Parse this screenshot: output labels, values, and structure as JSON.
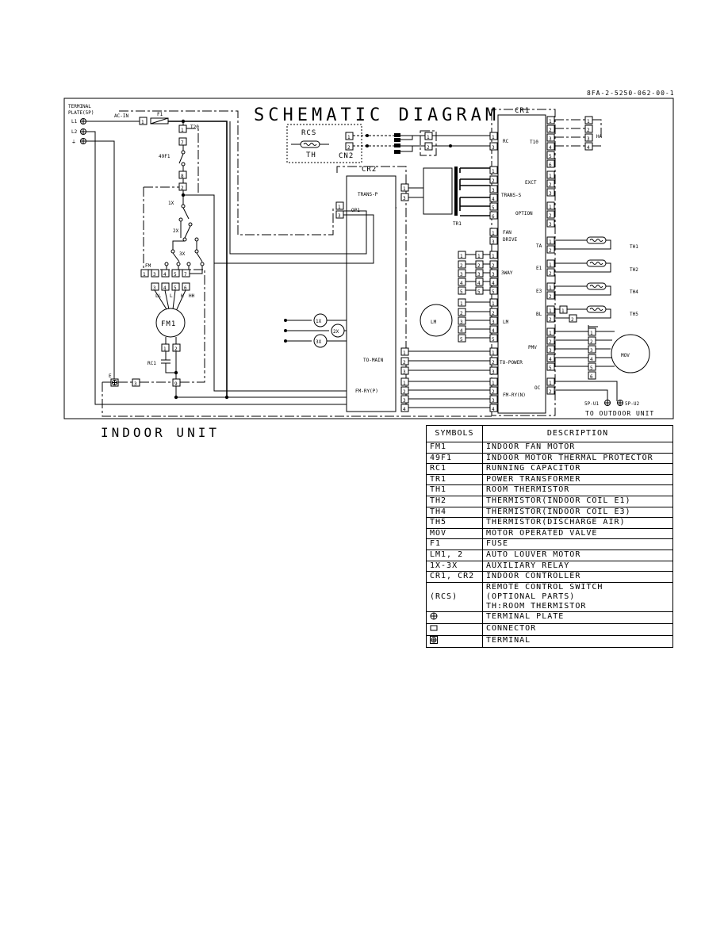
{
  "doc_code": "8FA-2-5250-062-00-1",
  "title": "SCHEMATIC DIAGRAM",
  "unit_label": "INDOOR UNIT",
  "labels": {
    "terminal_plate": "TERMINAL",
    "terminal_plate2": "PLATE(5P)",
    "l1": "L1",
    "l2": "L2",
    "ac_in": "AC-IN",
    "f1": "F1",
    "t20": "T20",
    "p49f1": "49F1",
    "x1": "1X",
    "x2": "2X",
    "x3": "3X",
    "fm": "FM",
    "ll": "LL",
    "l": "L",
    "h": "H",
    "hh": "HH",
    "fm1": "FM1",
    "rc1": "RC1",
    "e": "E",
    "rcs": "RCS",
    "th": "TH",
    "cn2": "CN2",
    "cr2": "CR2",
    "cr1": "CR1",
    "trans_p": "TRANS-P",
    "op1": "OP1",
    "to_main": "TO-MAIN",
    "fm_ry_p": "FM-RY(P)",
    "rc": "RC",
    "t10": "T10",
    "ha": "HA",
    "exct": "EXCT",
    "trans_s": "TRANS-S",
    "tr1": "TR1",
    "option": "OPTION",
    "fan_drive": "FAN",
    "fan_drive2": "DRIVE",
    "ta": "TA",
    "e1": "E1",
    "e3": "E3",
    "bl": "BL",
    "th1": "TH1",
    "th2": "TH2",
    "th4": "TH4",
    "th5": "TH5",
    "three_way": "3WAY",
    "lm": "LM",
    "lm_conn": "LM",
    "pmv": "PMV",
    "mov": "MOV",
    "to_power": "TO-POWER",
    "oc": "OC",
    "fm_ry_n": "FM-RY(N)",
    "sp_u1": "5P-U1",
    "sp_u2": "5P-U2",
    "to_outdoor": "TO OUTDOOR UNIT"
  },
  "symbols_table": {
    "headers": [
      "SYMBOLS",
      "DESCRIPTION"
    ],
    "rows": [
      {
        "symbol": "FM1",
        "description": "INDOOR FAN MOTOR"
      },
      {
        "symbol": "49F1",
        "description": "INDOOR MOTOR THERMAL PROTECTOR"
      },
      {
        "symbol": "RC1",
        "description": "RUNNING CAPACITOR"
      },
      {
        "symbol": "TR1",
        "description": "POWER TRANSFORMER"
      },
      {
        "symbol": "TH1",
        "description": "ROOM THERMISTOR"
      },
      {
        "symbol": "TH2",
        "description": "THERMISTOR(INDOOR COIL E1)"
      },
      {
        "symbol": "TH4",
        "description": "THERMISTOR(INDOOR COIL E3)"
      },
      {
        "symbol": "TH5",
        "description": "THERMISTOR(DISCHARGE AIR)"
      },
      {
        "symbol": "MOV",
        "description": "MOTOR OPERATED VALVE"
      },
      {
        "symbol": "F1",
        "description": "FUSE"
      },
      {
        "symbol": "LM1, 2",
        "description": "AUTO LOUVER MOTOR"
      },
      {
        "symbol": "1X-3X",
        "description": "AUXILIARY RELAY"
      },
      {
        "symbol": "CR1, CR2",
        "description": "INDOOR CONTROLLER"
      },
      {
        "symbol": "(RCS)",
        "description": "REMOTE CONTROL SWITCH\n(OPTIONAL PARTS)\nTH:ROOM THERMISTOR"
      },
      {
        "symbol": "",
        "symbol_icon": "terminal-plate-icon",
        "description": "TERMINAL PLATE"
      },
      {
        "symbol": "",
        "symbol_icon": "connector-icon",
        "description": "CONNECTOR"
      },
      {
        "symbol": "",
        "symbol_icon": "terminal-icon",
        "description": "TERMINAL"
      }
    ]
  }
}
